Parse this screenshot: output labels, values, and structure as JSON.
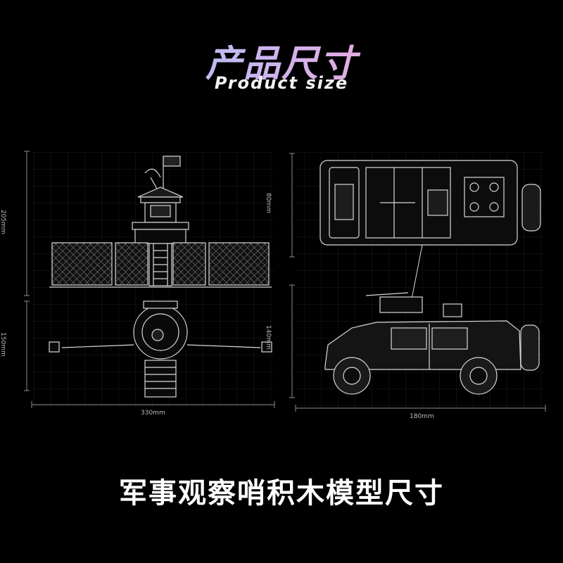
{
  "header": {
    "title_cn": "产品尺寸",
    "title_en": "Product size"
  },
  "left_figure": {
    "height_top_label": "205mm",
    "height_bottom_label": "150mm",
    "width_label": "330mm"
  },
  "right_figure": {
    "height_top_label": "80mm",
    "height_bottom_label": "140mm",
    "width_label": "180mm"
  },
  "caption": "军事观察哨积木模型尺寸",
  "colors": {
    "background": "#000000",
    "line_art": "#d8d8d8",
    "title_gradient_start": "#7fd6f5",
    "title_gradient_end": "#f2a6d8"
  }
}
